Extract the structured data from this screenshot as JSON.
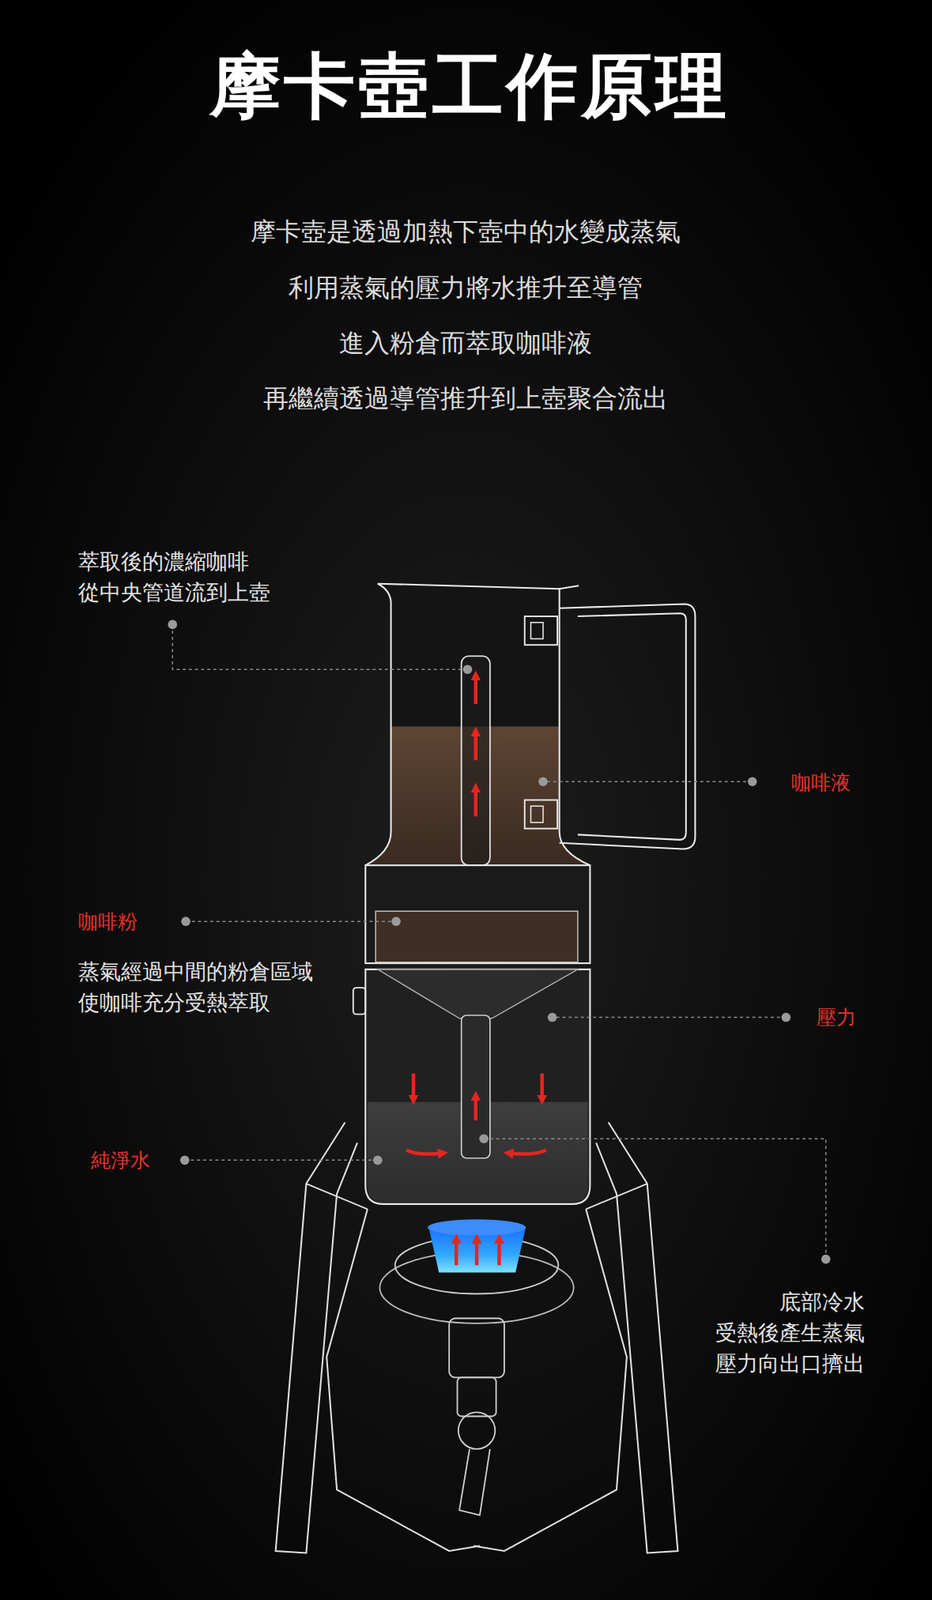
{
  "diagram": {
    "title": "摩卡壺工作原理",
    "labels": [
      "摩卡壺是透過加熱下壺中的水變成蒸氣",
      "利用蒸氣的壓力將水推升至導管",
      "進入粉倉而萃取咖啡液",
      "再繼續透過導管推升到上壺聚合流出",
      "萃取後的濃縮咖啡 從中央管道流到上壺",
      "咖啡液",
      "咖啡粉",
      "蒸氣經過中間的粉倉區域 使咖啡充分受熱萃取",
      "壓力",
      "純淨水",
      "底部冷水 受熱後產生蒸氣 壓力向出口擠出"
    ]
  }
}
